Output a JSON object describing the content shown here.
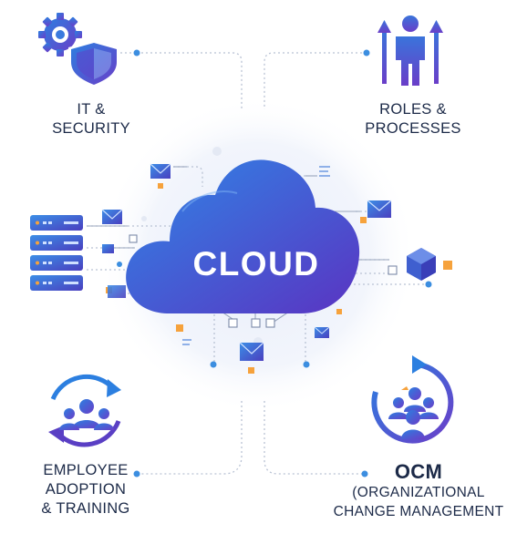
{
  "center": {
    "label": "CLOUD"
  },
  "nodes": {
    "it_security": {
      "line1": "IT &",
      "line2": "SECURITY",
      "icon": "gear-shield-icon"
    },
    "roles": {
      "line1": "ROLES &",
      "line2": "PROCESSES",
      "icon": "person-arrows-icon"
    },
    "employee": {
      "line1": "EMPLOYEE",
      "line2": "ADOPTION",
      "line3": "& TRAINING",
      "icon": "people-cycle-icon"
    },
    "ocm": {
      "line1": "OCM",
      "line2": "(ORGANIZATIONAL",
      "line3": "CHANGE MANAGEMENT",
      "icon": "team-cycle-icon"
    }
  },
  "colors": {
    "blue": "#2a6fd6",
    "purple": "#5b3fc4",
    "orange": "#f6a23c",
    "navy": "#1c2a48",
    "dot": "#3c8ee0"
  }
}
